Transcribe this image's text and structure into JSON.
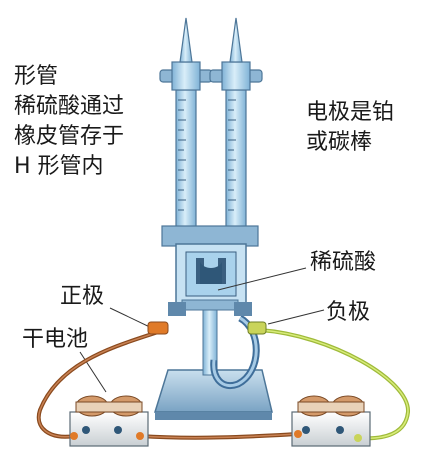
{
  "labels": {
    "left_note": [
      "形管",
      "稀硫酸通过",
      "橡皮管存于",
      "H 形管内"
    ],
    "electrode_note": [
      "电极是铂",
      "或碳棒"
    ],
    "dilute_acid": "稀硫酸",
    "positive_pole": "正极",
    "negative_pole": "负极",
    "dry_cell": "干电池"
  },
  "colors": {
    "glass": "#a9d2ec",
    "glass_dark": "#5b8fb8",
    "stand": "#8eb6d4",
    "acid": "#c7e2f3",
    "wire_brown": "#8a4a1e",
    "wire_green": "#b8d24a",
    "battery_body": "#eef0f0",
    "battery_cap": "#d49a6a",
    "connector": "#e07a28"
  },
  "icons": [
    "h-tube",
    "electrode",
    "battery",
    "wire",
    "rubber-tube",
    "stand-base"
  ]
}
